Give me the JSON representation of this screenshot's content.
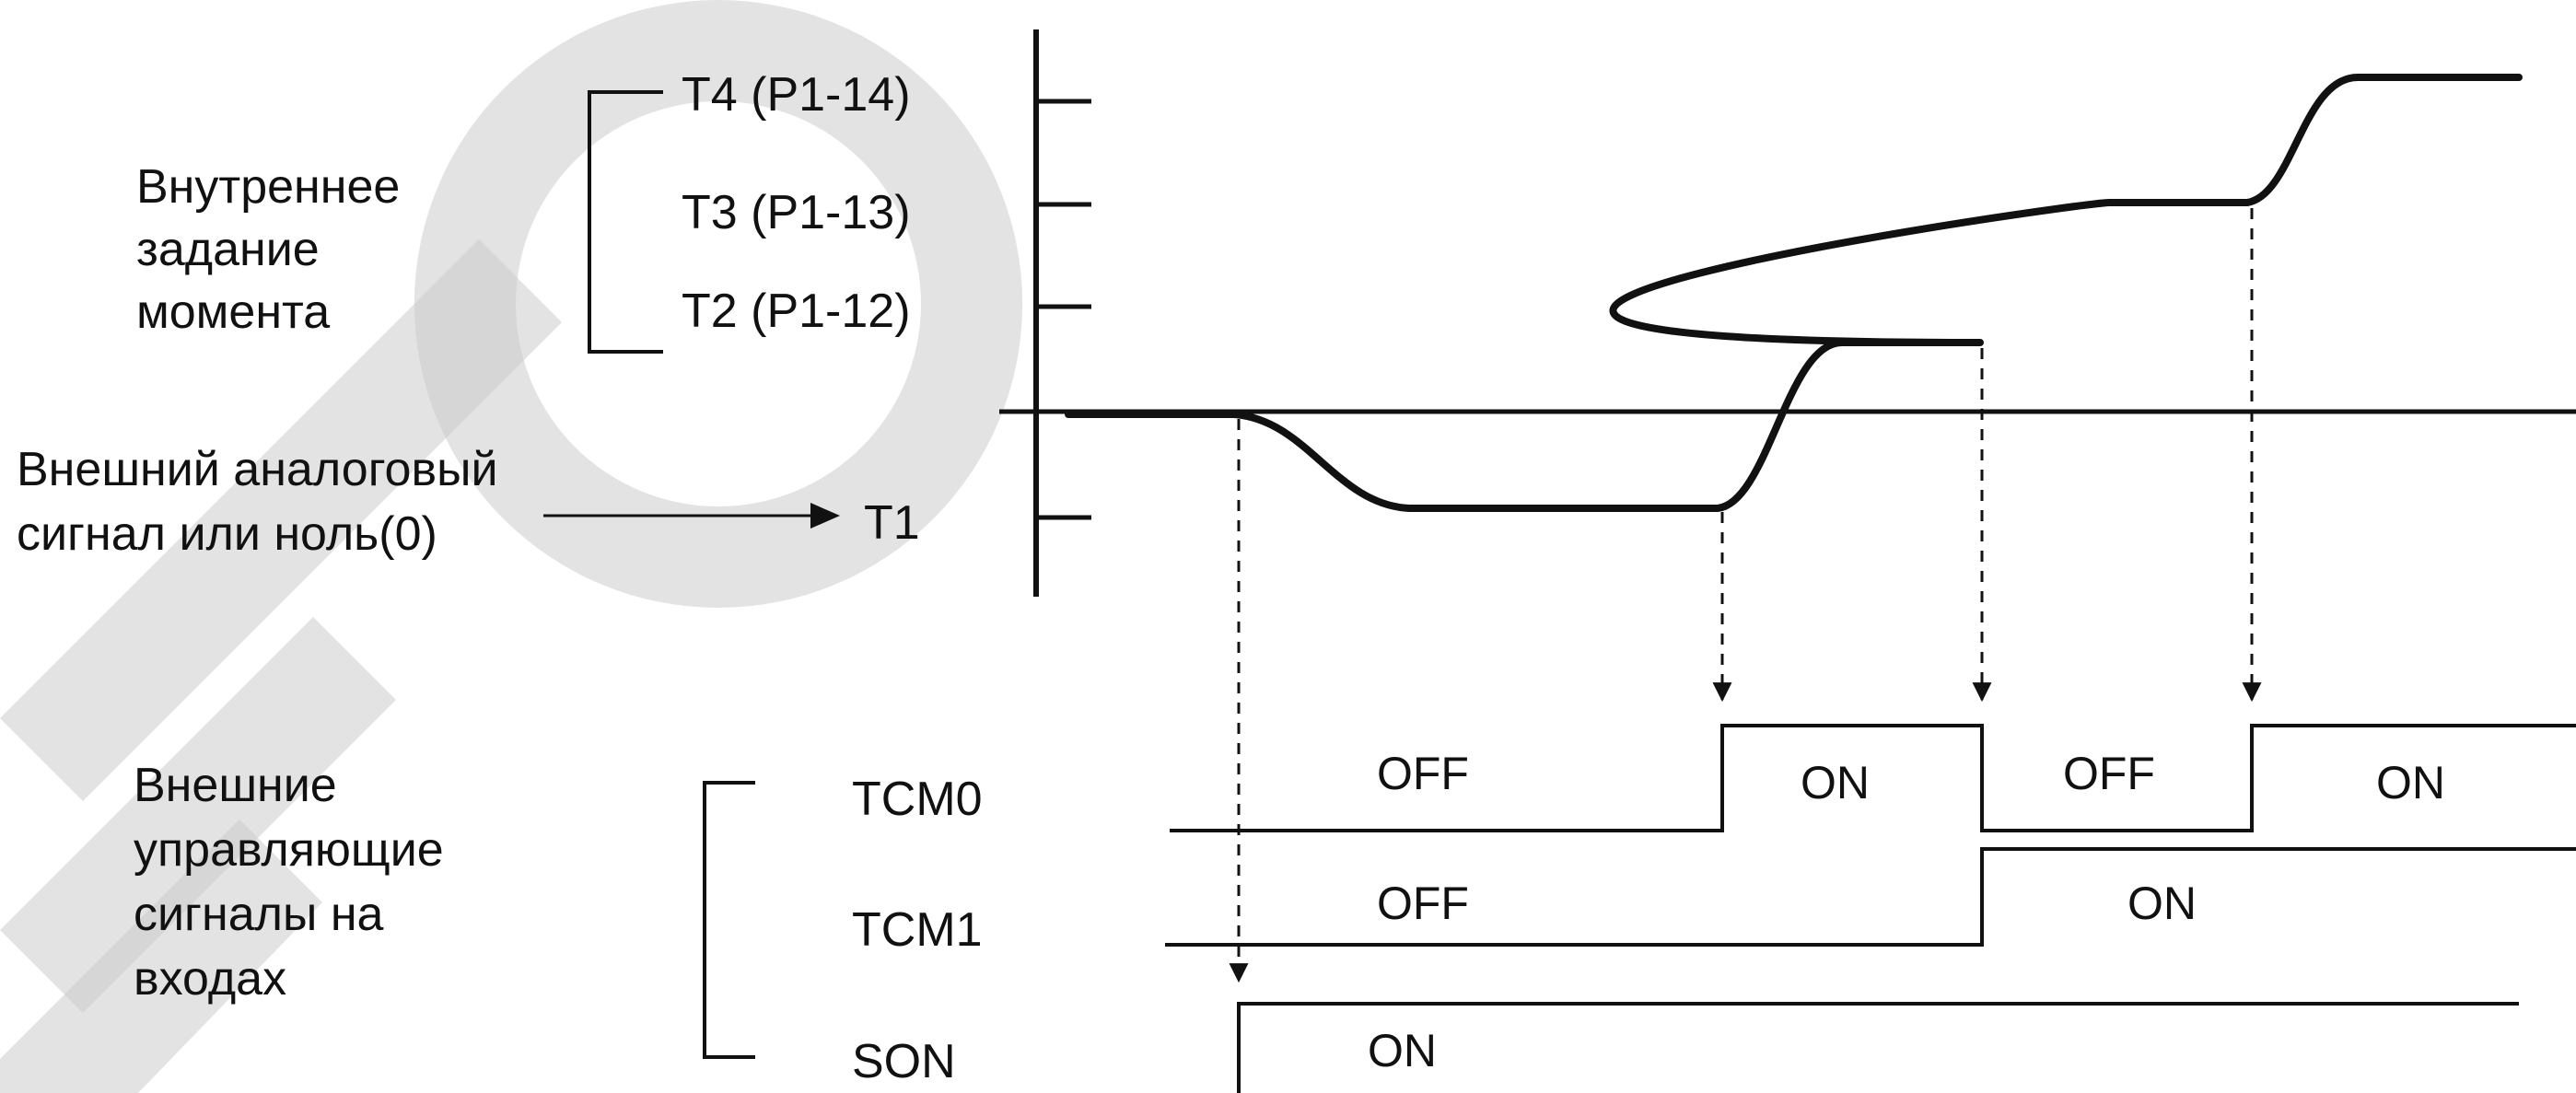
{
  "left_labels": {
    "internal_line1": "Внутреннее",
    "internal_line2": "задание",
    "internal_line3": "момента",
    "analog_line1": "Внешний аналоговый",
    "analog_line2": "сигнал или ноль(0)",
    "inputs_line1": "Внешние",
    "inputs_line2": "управляющие",
    "inputs_line3": "сигналы на",
    "inputs_line4": "входах"
  },
  "levels": {
    "t4": "T4 (P1-14)",
    "t3": "T3 (P1-13)",
    "t2": "T2 (P1-12)",
    "t1": "T1"
  },
  "signals": {
    "tcm0": "TCM0",
    "tcm1": "TCM1",
    "son": "SON"
  },
  "states": {
    "tcm0": [
      "OFF",
      "ON",
      "OFF",
      "ON"
    ],
    "tcm1": [
      "OFF",
      "ON"
    ],
    "son": [
      "ON"
    ]
  },
  "colors": {
    "ink": "#111111",
    "watermark": "#cccccc"
  }
}
